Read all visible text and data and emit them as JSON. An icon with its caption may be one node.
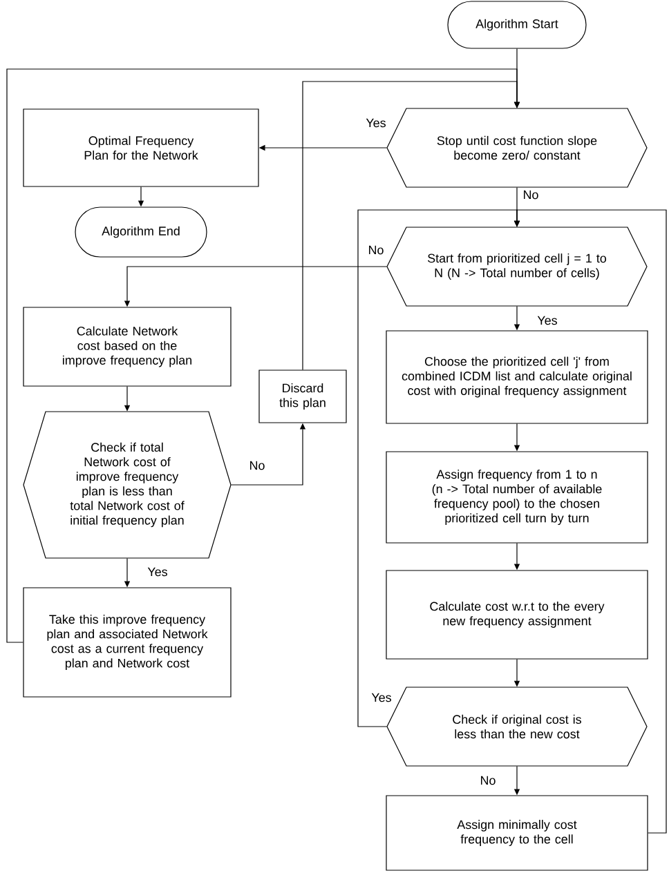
{
  "diagram": {
    "nodes": [
      {
        "text": [
          "Algorithm Start"
        ]
      },
      {
        "text": [
          "Stop until cost function slope become zero/ constant"
        ]
      },
      {
        "text": [
          "Optimal Frequency Plan for the Network"
        ]
      },
      {
        "text": [
          "Algorithm End"
        ]
      },
      {
        "text": [
          "Start from prioritized cell j = 1 to N (N -> Total number of cells)"
        ]
      },
      {
        "text": [
          "Choose the prioritized cell 'j' from combined ICDM list and calculate original cost with original frequency assignment"
        ]
      },
      {
        "text": [
          "Assign frequency from 1 to n (n -> Total number of available frequency pool) to the chosen prioritized cell turn by turn"
        ]
      },
      {
        "text": [
          "Calculate cost w.r.t to the every new frequency assignment"
        ]
      },
      {
        "text": [
          "Check if original cost is less than the new cost"
        ]
      },
      {
        "text": [
          "Assign minimally cost frequency to the cell"
        ]
      },
      {
        "text": [
          "Calculate Network cost based on the improve frequency plan"
        ]
      },
      {
        "text": [
          "Check if total Network cost of improve frequency plan is less than total Network cost of initial frequency plan"
        ]
      },
      {
        "text": [
          "Take this improve frequency plan and associated Network cost as a current frequency plan and Network cost"
        ]
      },
      {
        "text": [
          "Discard this plan"
        ]
      }
    ],
    "edges": [
      {
        "from": 0,
        "to": 1,
        "arrow": "to"
      },
      {
        "from": 1,
        "to": 2,
        "arrow": "to",
        "label": "Yes"
      },
      {
        "from": 1,
        "to": 4,
        "arrow": "to",
        "label": "No"
      },
      {
        "from": 2,
        "to": 3,
        "arrow": "to"
      },
      {
        "from": 4,
        "to": 10,
        "arrow": "to",
        "label": "No"
      },
      {
        "from": 4,
        "to": 5,
        "arrow": "to",
        "label": "Yes"
      },
      {
        "from": 5,
        "to": 6,
        "arrow": "to"
      },
      {
        "from": 6,
        "to": 7,
        "arrow": "to"
      },
      {
        "from": 7,
        "to": 8,
        "arrow": "to"
      },
      {
        "from": 8,
        "to": 4,
        "arrow": "to",
        "label": "Yes"
      },
      {
        "from": 8,
        "to": 9,
        "arrow": "to",
        "label": "No"
      },
      {
        "from": 9,
        "to": 4,
        "arrow": "to"
      },
      {
        "from": 10,
        "to": 11,
        "arrow": "to"
      },
      {
        "from": 11,
        "to": 13,
        "arrow": "to",
        "label": "No"
      },
      {
        "from": 11,
        "to": 12,
        "arrow": "to",
        "label": "Yes"
      },
      {
        "from": 12,
        "to": 1,
        "arrow": "to"
      },
      {
        "from": 13,
        "to": 1,
        "arrow": "to"
      }
    ]
  }
}
